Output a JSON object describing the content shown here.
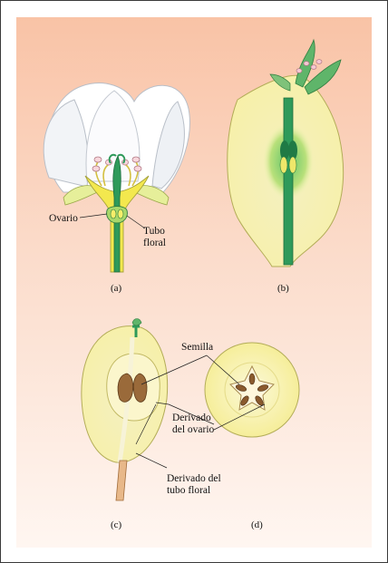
{
  "labels": {
    "ovario": "Ovario",
    "tubo_floral": "Tubo\nfloral",
    "semilla": "Semilla",
    "derivado_ovario": "Derivado\ndel ovario",
    "derivado_tubo": "Derivado del\ntubo floral"
  },
  "captions": {
    "a": "(a)",
    "b": "(b)",
    "c": "(c)",
    "d": "(d)"
  },
  "colors": {
    "background_top": "#f9c3a6",
    "flesh": "#f6f2b8",
    "stem_green": "#2e9a5a",
    "petal": "#ffffff",
    "yellow": "#f2e24a",
    "seed": "#9a6a3a"
  }
}
